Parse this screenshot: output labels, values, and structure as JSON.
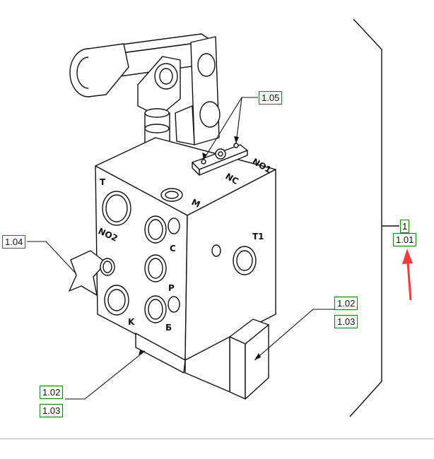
{
  "callouts": {
    "c105": "1.05",
    "c104": "1.04",
    "c102_right": "1.02",
    "c103_right": "1.03",
    "c102_left": "1.02",
    "c103_left": "1.03",
    "c1": "1",
    "c101": "1.01"
  },
  "port_labels": {
    "t": "T",
    "m": "M",
    "no1": "NO1",
    "nc": "NC",
    "no2": "NO2",
    "c": "C",
    "p": "P",
    "k": "K",
    "b": "Б",
    "t1": "T1"
  },
  "colors": {
    "line": "#111111",
    "callout_border": "#1f7a1f",
    "arrow": "#ff3b3b"
  }
}
